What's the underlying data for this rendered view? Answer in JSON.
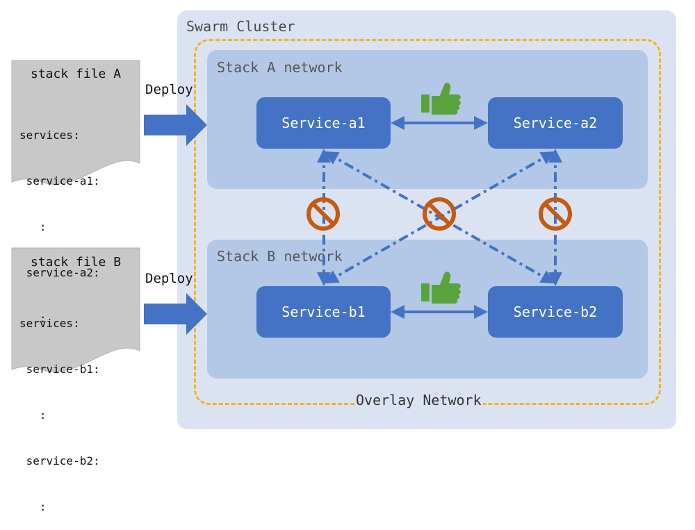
{
  "cluster": {
    "title": "Swarm Cluster"
  },
  "overlay": {
    "label": "Overlay Network"
  },
  "networks": {
    "a": {
      "title": "Stack A network"
    },
    "b": {
      "title": "Stack B network"
    }
  },
  "services": {
    "a1": "Service-a1",
    "a2": "Service-a2",
    "b1": "Service-b1",
    "b2": "Service-b2"
  },
  "stack_files": {
    "a": {
      "title": "stack file A",
      "lines": [
        "services:",
        " service-a1:",
        "   :",
        " service-a2:",
        "   :"
      ]
    },
    "b": {
      "title": "stack file B",
      "lines": [
        "services:",
        " service-b1:",
        "   :",
        " service-b2:",
        "   :"
      ]
    }
  },
  "deploy": {
    "a": "Deploy",
    "b": "Deploy"
  },
  "icons": {
    "allowed": "thumbs-up-icon",
    "blocked": "prohibited-icon"
  },
  "colors": {
    "service": "#4472c4",
    "network": "#b3c7e6",
    "cluster": "#dbe3f3",
    "overlay_border": "#f4b41a",
    "thumbs_up": "#5aa33c",
    "prohibited": "#c55a11",
    "doc": "#c8c8c8"
  }
}
